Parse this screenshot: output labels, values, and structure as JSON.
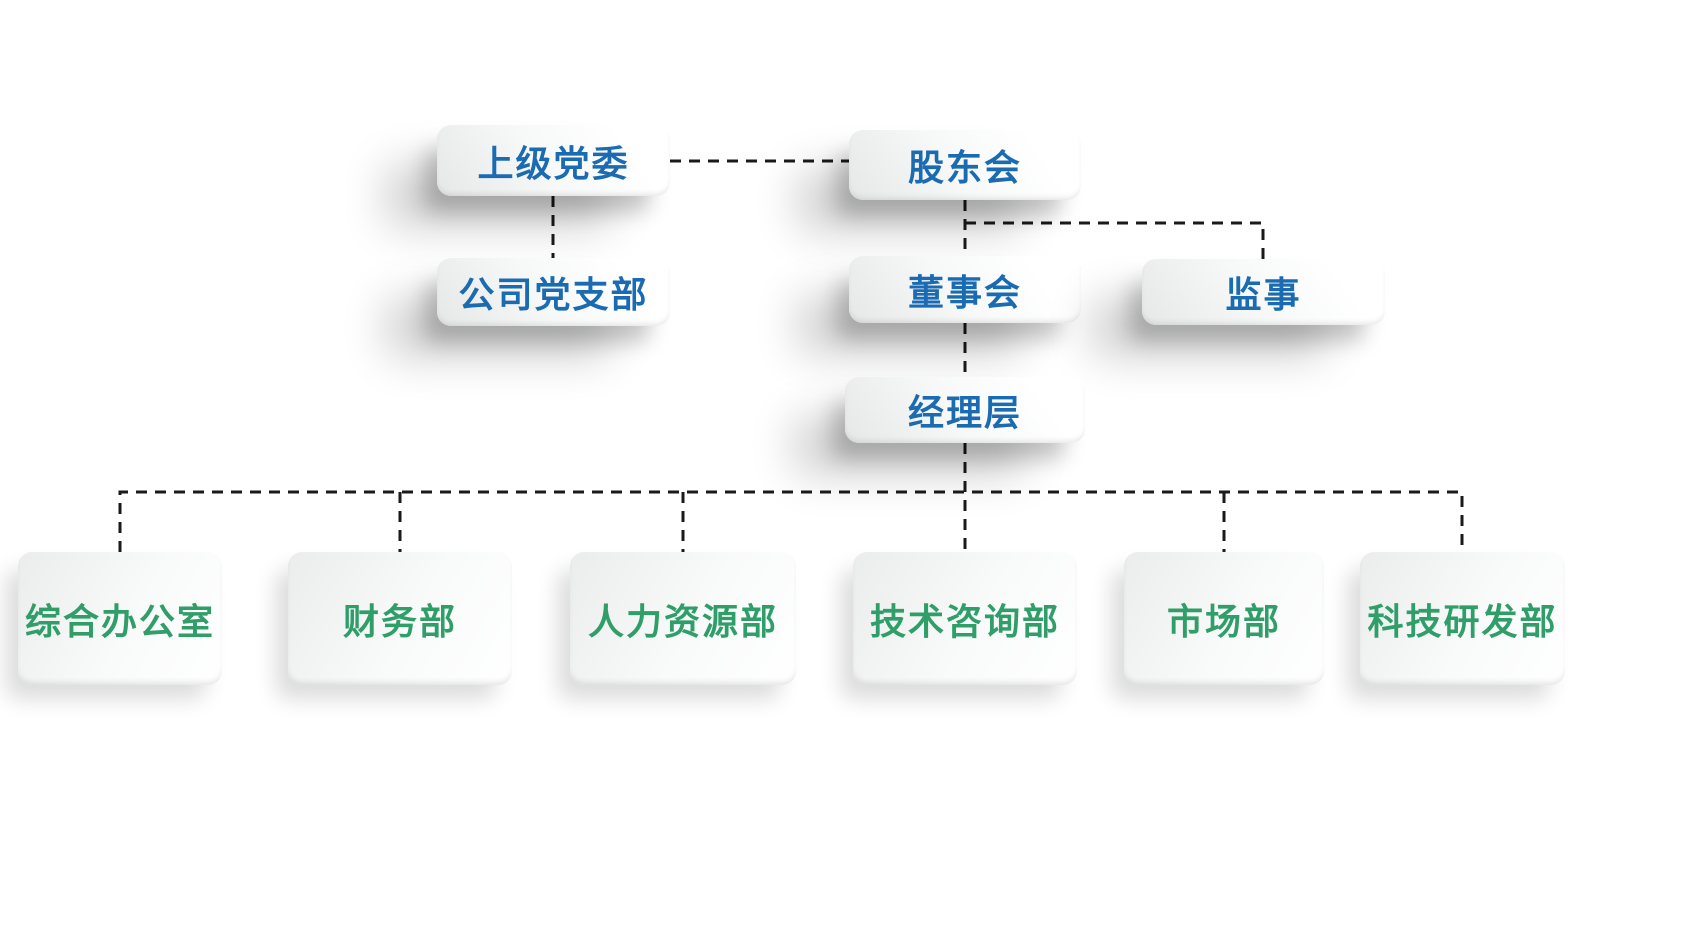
{
  "diagram": {
    "type": "org-chart",
    "background_color": "#ffffff",
    "colors": {
      "governance_text_blue": "#1b6bb3",
      "department_text_green": "#2f9e68",
      "connector_black": "#1a1a1a",
      "card_face": "#f5f6f6"
    },
    "connector_style": "dashed",
    "nodes": {
      "superior_party_committee": "上级党委",
      "shareholders_meeting": "股东会",
      "company_party_branch": "公司党支部",
      "board_of_directors": "董事会",
      "supervisor": "监事",
      "management_level": "经理层",
      "general_office": "综合办公室",
      "finance_department": "财务部",
      "human_resources_department": "人力资源部",
      "technical_consulting_department": "技术咨询部",
      "marketing_department": "市场部",
      "technology_rd_department": "科技研发部"
    },
    "edges": [
      {
        "from": "superior_party_committee",
        "to": "shareholders_meeting"
      },
      {
        "from": "superior_party_committee",
        "to": "company_party_branch"
      },
      {
        "from": "shareholders_meeting",
        "to": "board_of_directors"
      },
      {
        "from": "shareholders_meeting",
        "to": "supervisor"
      },
      {
        "from": "board_of_directors",
        "to": "management_level"
      },
      {
        "from": "management_level",
        "to": "general_office"
      },
      {
        "from": "management_level",
        "to": "finance_department"
      },
      {
        "from": "management_level",
        "to": "human_resources_department"
      },
      {
        "from": "management_level",
        "to": "technical_consulting_department"
      },
      {
        "from": "management_level",
        "to": "marketing_department"
      },
      {
        "from": "management_level",
        "to": "technology_rd_department"
      }
    ]
  }
}
